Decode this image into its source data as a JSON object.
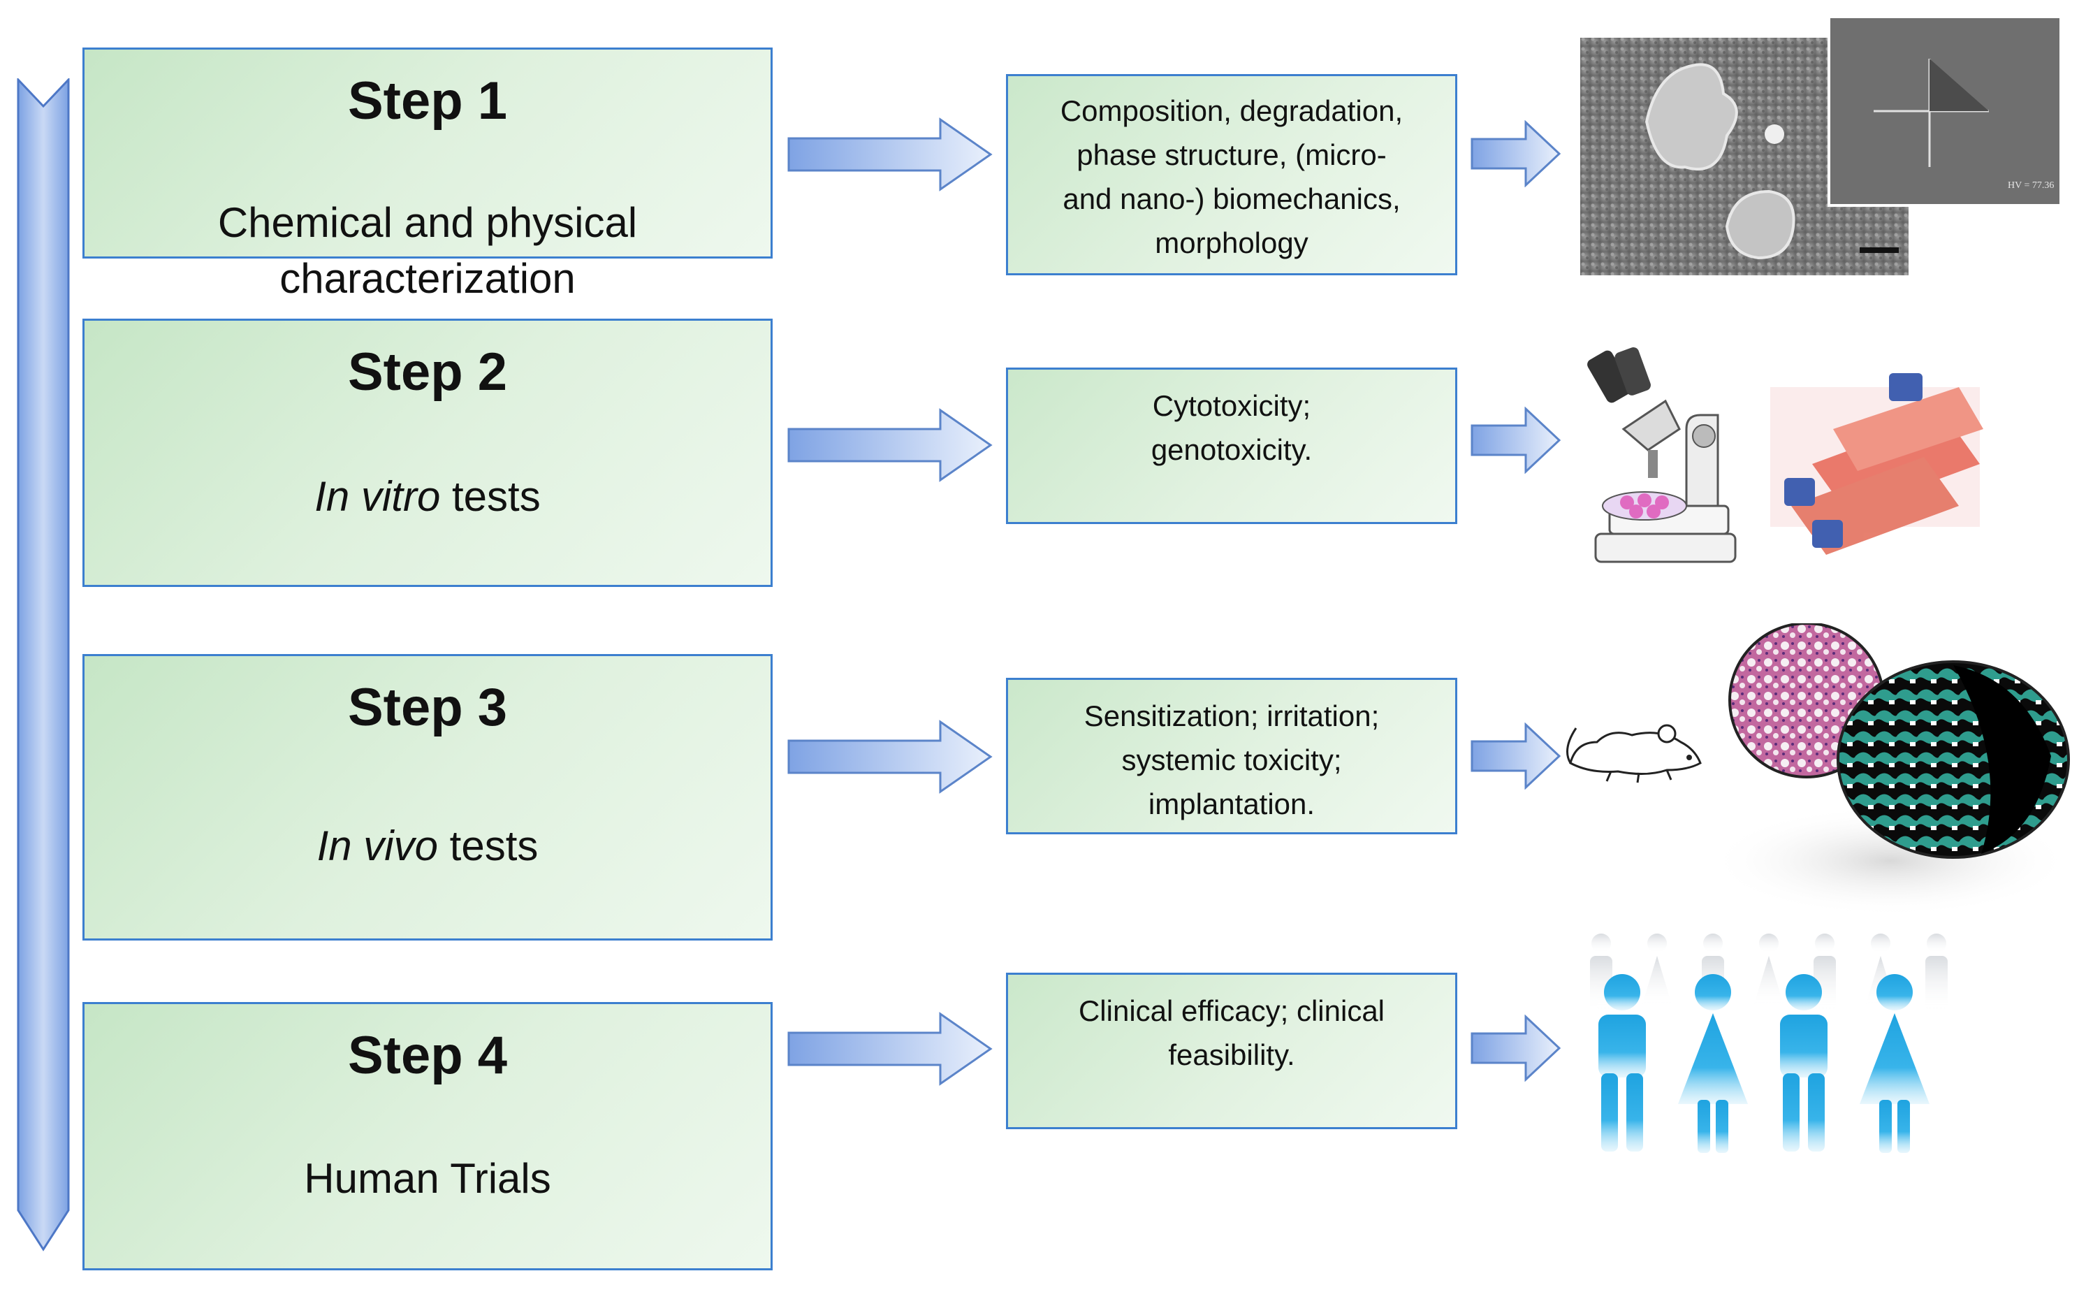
{
  "steps": [
    {
      "title": "Step 1",
      "subtitle_em": "",
      "subtitle_rest": "Chemical and physical\ncharacterization",
      "detail": "Composition, degradation,\nphase structure, (micro-\nand nano-) biomechanics,\nmorphology"
    },
    {
      "title": "Step 2",
      "subtitle_em": "In vitro",
      "subtitle_rest": " tests",
      "detail": "Cytotoxicity;\ngenotoxicity."
    },
    {
      "title": "Step 3",
      "subtitle_em": "In vivo",
      "subtitle_rest": " tests",
      "detail": "Sensitization; irritation;\nsystemic toxicity;\nimplantation."
    },
    {
      "title": "Step 4",
      "subtitle_em": "",
      "subtitle_rest": "Human Trials",
      "detail": "Clinical efficacy; clinical\nfeasibility."
    }
  ],
  "images": {
    "sem": "sem-micrograph-image",
    "hardness_label": "HV = 77.36",
    "microscope": "microscope-and-cell-culture-flasks-image",
    "histology": "mouse-and-histology-sections-image",
    "humans": "human-figures-icon"
  },
  "colors": {
    "box_border": "#3c7fcf",
    "box_fill": "#d9efd8",
    "arrow_fill": "#a9c4ef",
    "arrow_stroke": "#5b84c9"
  }
}
